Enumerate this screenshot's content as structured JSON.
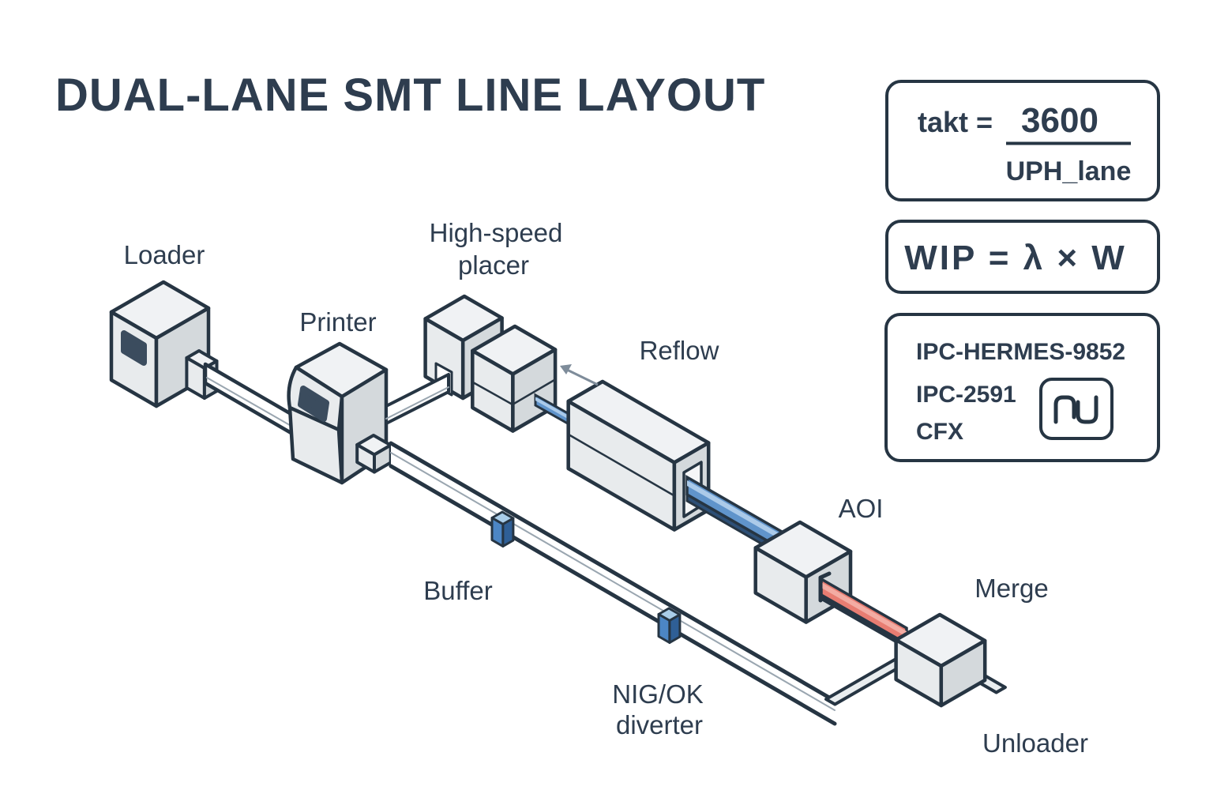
{
  "title": "DUAL-LANE SMT LINE LAYOUT",
  "formulas": {
    "takt_lhs": "takt =",
    "takt_numerator": "3600",
    "takt_denominator": "UPH_lane",
    "wip": "WIP = λ × W"
  },
  "standards": {
    "lines": [
      "IPC-HERMES-9852",
      "IPC-2591",
      "CFX"
    ],
    "icon": "hermes-link-icon"
  },
  "labels": {
    "loader": "Loader",
    "printer": "Printer",
    "placer_line1": "High-speed",
    "placer_line2": "placer",
    "reflow": "Reflow",
    "aoi": "AOI",
    "merge": "Merge",
    "buffer": "Buffer",
    "diverter_line1": "NIG/OK",
    "diverter_line2": "diverter",
    "unloader": "Unloader"
  },
  "colors": {
    "background": "#ffffff",
    "outline": "#263543",
    "text": "#2e3d4f",
    "machine_top": "#f0f2f4",
    "machine_light": "#e8ebed",
    "machine_dark": "#d4d9dc",
    "screen": "#3b4c5e",
    "rail_white": "#ffffff",
    "ramp_gray": "#e9edef",
    "belt_blue": "#6094cb",
    "belt_blue_light": "#abcae9",
    "belt_blue_dark": "#2d4f76",
    "belt_red": "#e87d72",
    "belt_red_light": "#f3aca3",
    "cube_blue_top": "#a9cde9",
    "cube_blue_left": "#4c86c5",
    "cube_blue_right": "#2f5f96",
    "arrow_gray": "#7e8c9a"
  }
}
